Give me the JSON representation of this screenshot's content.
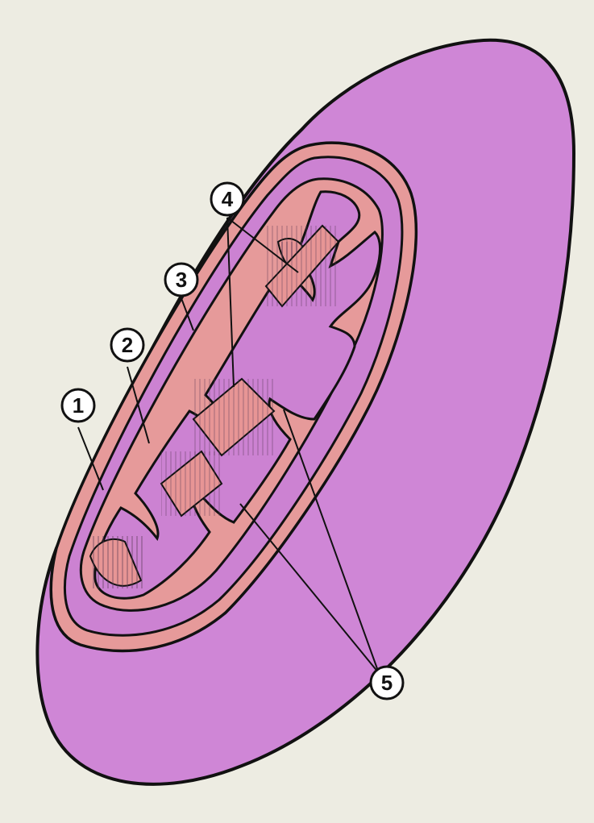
{
  "colors": {
    "background": "#edece2",
    "outer_membrane": "#cf86d6",
    "intermembrane_band": "#e69a9a",
    "cristae_fill": "#e79595",
    "matrix": "#cc82d2",
    "hatching": "#5a3a55",
    "outline": "#111111",
    "label_bg": "#ffffff"
  },
  "labels": [
    {
      "id": "1",
      "text": "1"
    },
    {
      "id": "2",
      "text": "2"
    },
    {
      "id": "3",
      "text": "3"
    },
    {
      "id": "4",
      "text": "4"
    },
    {
      "id": "5",
      "text": "5"
    }
  ]
}
